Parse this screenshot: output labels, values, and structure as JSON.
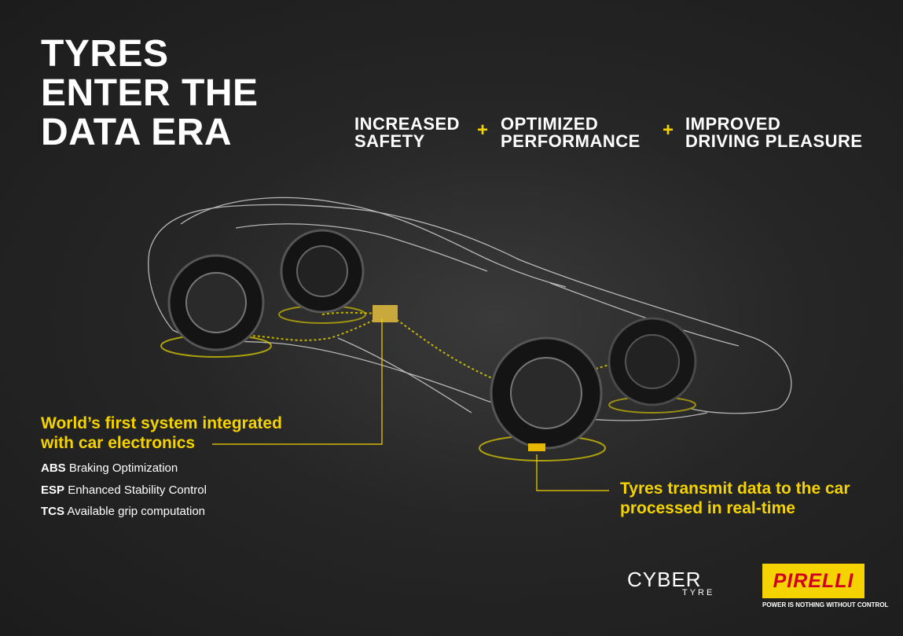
{
  "headline": {
    "lines": [
      "TYRES",
      "ENTER THE",
      "DATA ERA"
    ]
  },
  "benefits": [
    {
      "lines": [
        "INCREASED",
        "SAFETY"
      ]
    },
    {
      "lines": [
        "OPTIMIZED",
        "PERFORMANCE"
      ]
    },
    {
      "lines": [
        "IMPROVED",
        "DRIVING PLEASURE"
      ]
    }
  ],
  "separator": "+",
  "callout_left": {
    "heading": [
      "World’s first system integrated",
      "with car electronics"
    ],
    "features": [
      {
        "abbr": "ABS",
        "text": "Braking Optimization"
      },
      {
        "abbr": "ESP",
        "text": "Enhanced Stability Control"
      },
      {
        "abbr": "TCS",
        "text": "Available grip computation"
      }
    ]
  },
  "callout_right": {
    "heading": [
      "Tyres transmit data to the car",
      "processed in real-time"
    ]
  },
  "logos": {
    "cyber": "CYBER",
    "cyber_sub": "TYRE",
    "pirelli": "PIRELLI",
    "slogan": "POWER IS NOTHING WITHOUT CONTROL"
  },
  "colors": {
    "accent": "#f5d300",
    "background": "#1e1e1e",
    "pirelli_red": "#d2001e"
  }
}
